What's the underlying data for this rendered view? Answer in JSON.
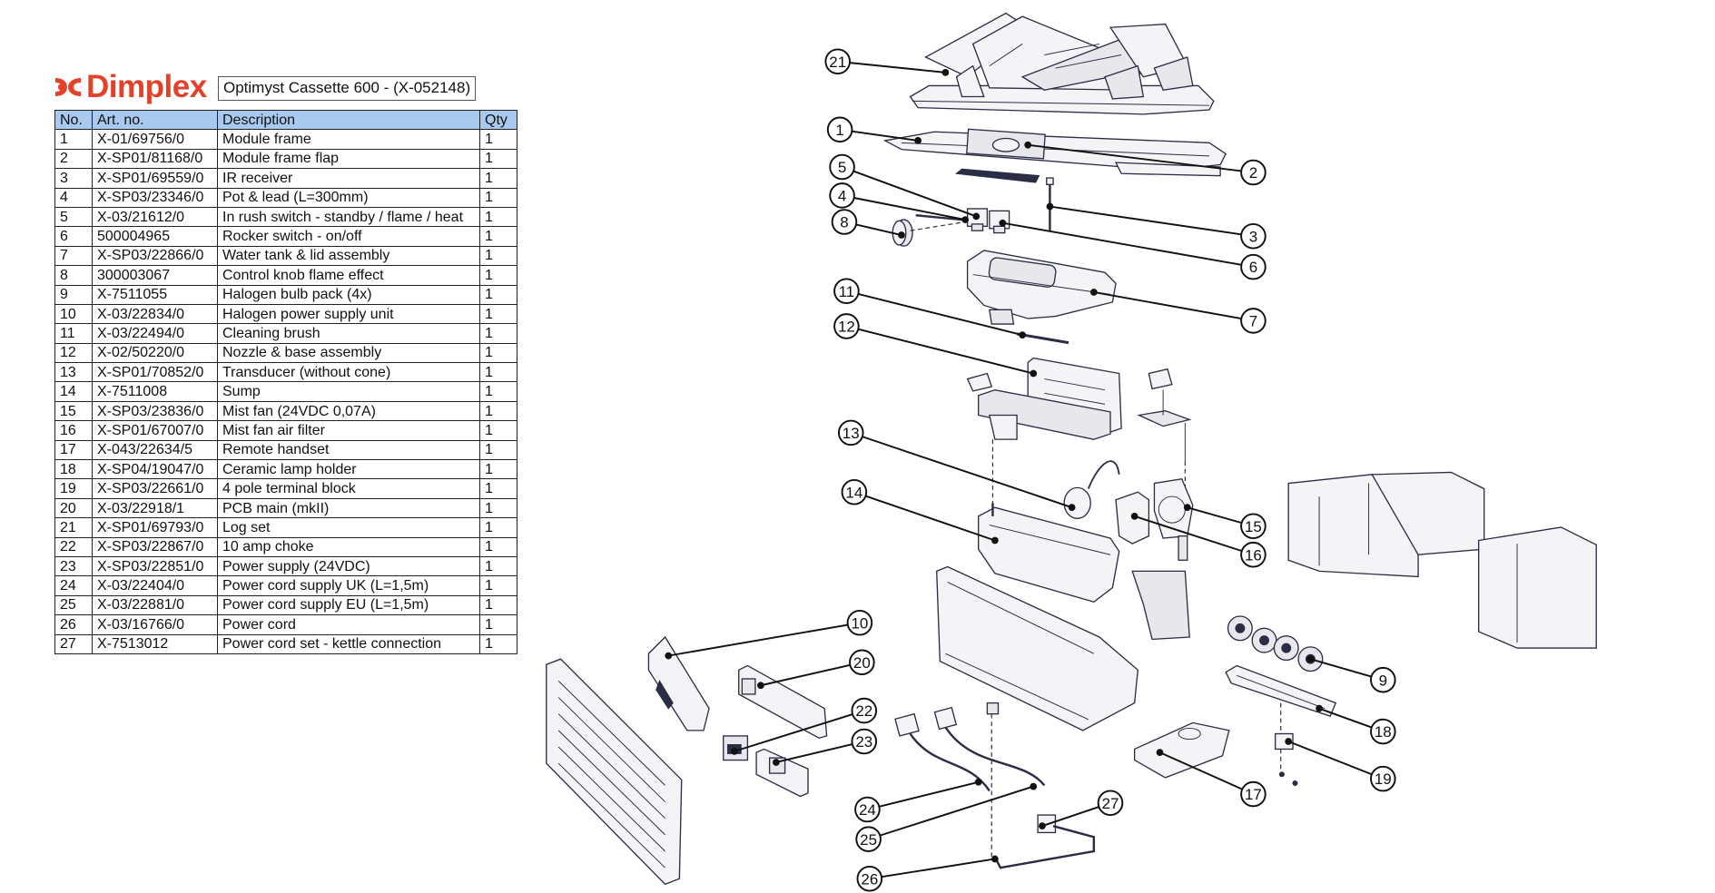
{
  "brand": {
    "name": "Dimplex",
    "color": "#e2412a",
    "logo_icon": "dimplex-logo-icon"
  },
  "document": {
    "title": "Optimyst Cassette 600 - (X-052148)"
  },
  "table": {
    "header_color": "#a9c9ef",
    "columns": [
      "No.",
      "Art. no.",
      "Description",
      "Qty"
    ],
    "rows": [
      {
        "no": "1",
        "art": "X-01/69756/0",
        "desc": "Module frame",
        "qty": "1"
      },
      {
        "no": "2",
        "art": "X-SP01/81168/0",
        "desc": "Module frame flap",
        "qty": "1"
      },
      {
        "no": "3",
        "art": "X-SP01/69559/0",
        "desc": "IR receiver",
        "qty": "1"
      },
      {
        "no": "4",
        "art": "X-SP03/23346/0",
        "desc": "Pot & lead (L=300mm)",
        "qty": "1"
      },
      {
        "no": "5",
        "art": "X-03/21612/0",
        "desc": "In rush switch - standby / flame / heat",
        "qty": "1"
      },
      {
        "no": "6",
        "art": "500004965",
        "desc": "Rocker switch - on/off",
        "qty": "1"
      },
      {
        "no": "7",
        "art": "X-SP03/22866/0",
        "desc": "Water tank & lid assembly",
        "qty": "1"
      },
      {
        "no": "8",
        "art": "300003067",
        "desc": "Control knob flame effect",
        "qty": "1"
      },
      {
        "no": "9",
        "art": "X-7511055",
        "desc": "Halogen bulb pack (4x)",
        "qty": "1"
      },
      {
        "no": "10",
        "art": "X-03/22834/0",
        "desc": "Halogen power supply unit",
        "qty": "1"
      },
      {
        "no": "11",
        "art": "X-03/22494/0",
        "desc": "Cleaning brush",
        "qty": "1"
      },
      {
        "no": "12",
        "art": "X-02/50220/0",
        "desc": "Nozzle & base assembly",
        "qty": "1"
      },
      {
        "no": "13",
        "art": "X-SP01/70852/0",
        "desc": "Transducer (without cone)",
        "qty": "1"
      },
      {
        "no": "14",
        "art": "X-7511008",
        "desc": "Sump",
        "qty": "1"
      },
      {
        "no": "15",
        "art": "X-SP03/23836/0",
        "desc": "Mist fan (24VDC 0,07A)",
        "qty": "1"
      },
      {
        "no": "16",
        "art": "X-SP01/67007/0",
        "desc": "Mist fan air filter",
        "qty": "1"
      },
      {
        "no": "17",
        "art": "X-043/22634/5",
        "desc": "Remote handset",
        "qty": "1"
      },
      {
        "no": "18",
        "art": "X-SP04/19047/0",
        "desc": "Ceramic lamp holder",
        "qty": "1"
      },
      {
        "no": "19",
        "art": "X-SP03/22661/0",
        "desc": "4 pole terminal block",
        "qty": "1"
      },
      {
        "no": "20",
        "art": "X-03/22918/1",
        "desc": "PCB main (mkII)",
        "qty": "1"
      },
      {
        "no": "21",
        "art": "X-SP01/69793/0",
        "desc": "Log set",
        "qty": "1"
      },
      {
        "no": "22",
        "art": "X-SP03/22867/0",
        "desc": "10 amp choke",
        "qty": "1"
      },
      {
        "no": "23",
        "art": "X-SP03/22851/0",
        "desc": "Power supply (24VDC)",
        "qty": "1"
      },
      {
        "no": "24",
        "art": "X-03/22404/0",
        "desc": "Power cord supply UK (L=1,5m)",
        "qty": "1"
      },
      {
        "no": "25",
        "art": "X-03/22881/0",
        "desc": "Power cord supply EU (L=1,5m)",
        "qty": "1"
      },
      {
        "no": "26",
        "art": "X-03/16766/0",
        "desc": "Power cord",
        "qty": "1"
      },
      {
        "no": "27",
        "art": "X-7513012",
        "desc": "Power cord set - kettle connection",
        "qty": "1"
      }
    ]
  },
  "diagram": {
    "callouts": [
      "21",
      "1",
      "2",
      "5",
      "4",
      "8",
      "3",
      "6",
      "7",
      "11",
      "12",
      "13",
      "14",
      "15",
      "16",
      "10",
      "20",
      "22",
      "23",
      "24",
      "25",
      "26",
      "27",
      "9",
      "18",
      "19",
      "17"
    ],
    "parts": [
      "log-set",
      "module-frame",
      "module-frame-flap",
      "ir-receiver",
      "pot-and-lead",
      "in-rush-switch",
      "rocker-switch",
      "control-knob",
      "water-tank",
      "cleaning-brush",
      "nozzle-base",
      "transducer",
      "sump",
      "mist-fan",
      "air-filter",
      "halogen-psu",
      "pcb-main",
      "choke",
      "power-supply",
      "cord-uk",
      "cord-eu",
      "power-cord",
      "kettle-cord",
      "bulbs",
      "lamp-holder",
      "terminal-block",
      "remote-handset",
      "front-grille",
      "chassis",
      "side-panels",
      "fan-bracket"
    ]
  }
}
